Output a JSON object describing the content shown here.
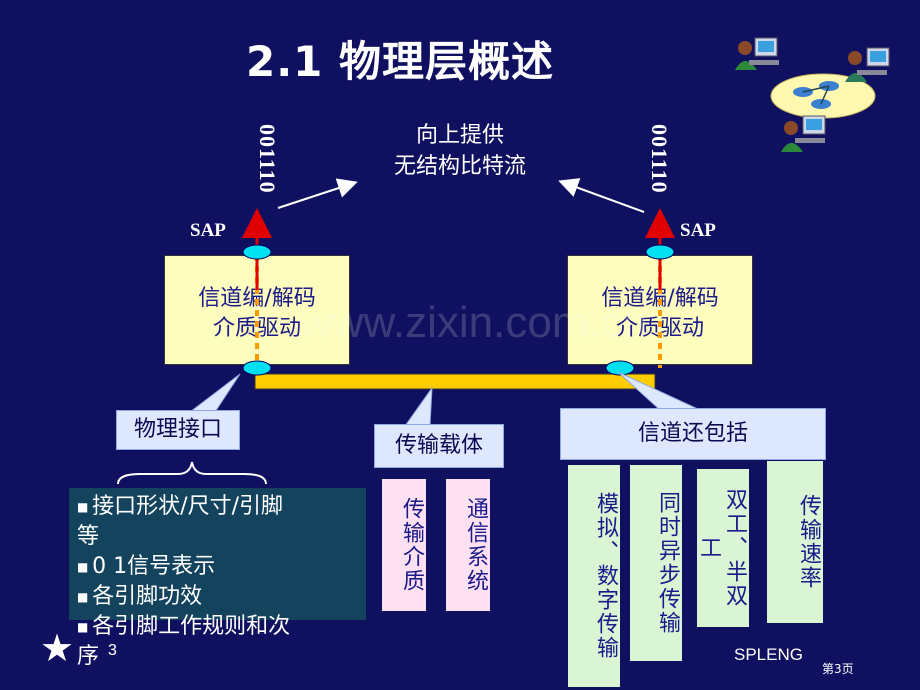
{
  "title": "2.1 物理层概述",
  "center_label": {
    "line1": "向上提供",
    "line2": "无结构比特流"
  },
  "bits_left": "001110",
  "bits_right": "001110",
  "sap_left": "SAP",
  "sap_right": "SAP",
  "entity_left": {
    "line1": "信道编/解码",
    "line2": "介质驱动"
  },
  "entity_right": {
    "line1": "信道编/解码",
    "line2": "介质驱动"
  },
  "callouts": {
    "physical_interface": "物理接口",
    "carrier": "传输载体",
    "channel_includes": "信道还包括"
  },
  "interface_items": [
    "接口形状/尺寸/引脚",
    "等",
    "0  1信号表示",
    "各引脚功效",
    "各引脚工作规则和次",
    "序"
  ],
  "carrier_items": [
    "传输介质",
    "通信系统"
  ],
  "channel_items": [
    "模拟、数字传输",
    "同时异步传输",
    "双工、半双工",
    "传输速率"
  ],
  "footer": {
    "star": "★",
    "num": "3",
    "brand": "SPLENG",
    "page": "第3页"
  },
  "watermark": "www.zixin.com.cn",
  "colors": {
    "background": "#101060",
    "entity_fill": "#fdfdbd",
    "bus": "#ffcc00",
    "arrow_red": "#e00000",
    "cyan": "#00e0f0"
  }
}
